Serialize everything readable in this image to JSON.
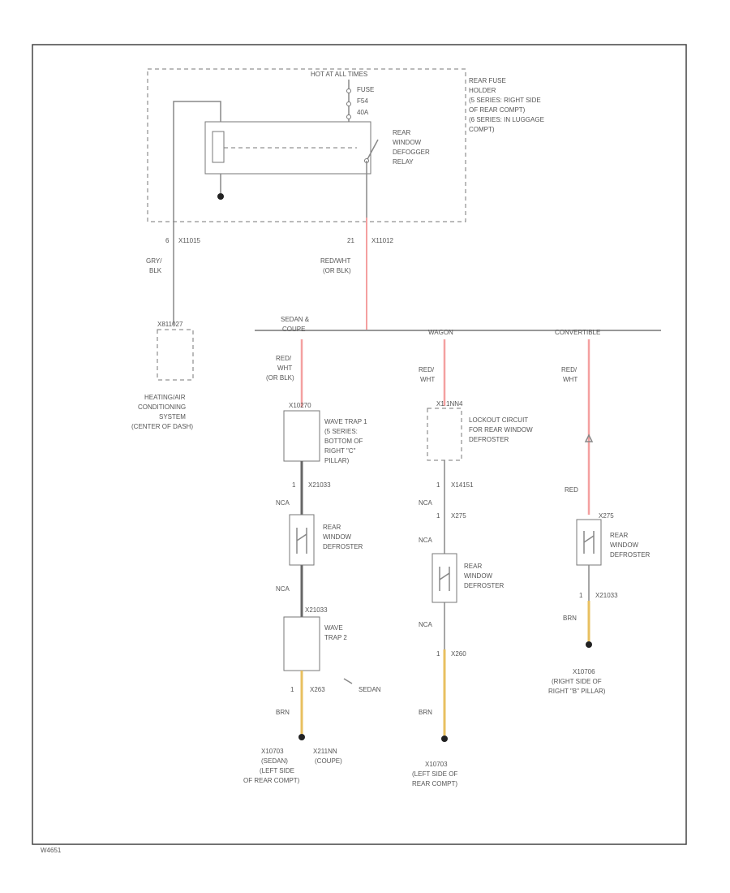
{
  "diagram": {
    "footer_code": "W4651",
    "hot_label": "HOT AT ALL TIMES",
    "fuse": [
      "FUSE",
      "F54",
      "40A"
    ],
    "rear_fuse_holder": [
      "REAR FUSE",
      "HOLDER",
      "(5 SERIES: RIGHT SIDE",
      "OF REAR COMPT)",
      "(6 SERIES: IN LUGGAGE",
      "COMPT)"
    ],
    "relay": [
      "REAR",
      "WINDOW",
      "DEFOGGER",
      "RELAY"
    ],
    "left_pin": "6",
    "left_connector": "X11015",
    "left_wire_color": [
      "GRY/",
      "BLK"
    ],
    "right_pin": "21",
    "right_connector": "X11012",
    "right_wire_color": [
      "RED/WHT",
      "(OR BLK)"
    ],
    "hvac_connector": "X811027",
    "hvac": [
      "HEATING/AIR",
      "CONDITIONING",
      "SYSTEM",
      "(CENTER OF DASH)"
    ],
    "branches": {
      "sedan_coupe": [
        "SEDAN &",
        "COUPE"
      ],
      "wagon": "WAGON",
      "convertible": "CONVERTIBLE"
    },
    "sedan": {
      "wire1": [
        "RED/",
        "WHT",
        "(OR BLK)"
      ],
      "trap1_connector": "X10270",
      "trap1": [
        "WAVE TRAP 1",
        "(5 SERIES:",
        "BOTTOM OF",
        "RIGHT \"C\"",
        "PILLAR)"
      ],
      "trap1_out": [
        "1",
        "X21033"
      ],
      "nca1": "NCA",
      "defroster": [
        "REAR",
        "WINDOW",
        "DEFROSTER"
      ],
      "nca2": "NCA",
      "trap2_connector": "X21033",
      "trap2": [
        "WAVE",
        "TRAP 2"
      ],
      "trap2_out": [
        "1",
        "X263"
      ],
      "sedan_arrow": "SEDAN",
      "ground_wire": "BRN",
      "ground_sedan": [
        "X10703",
        "(SEDAN)",
        "(LEFT SIDE",
        "OF REAR COMPT)"
      ],
      "ground_coupe": [
        "X211NN",
        "(COUPE)"
      ]
    },
    "wagon": {
      "wire": [
        "RED/",
        "WHT"
      ],
      "lockout_connector": "X1 1NN4",
      "lockout": [
        "LOCKOUT CIRCUIT",
        "FOR REAR WINDOW",
        "DEFROSTER"
      ],
      "lockout_out": [
        "1",
        "X14151"
      ],
      "nca1": "NCA",
      "def_connector": [
        "1",
        "X275"
      ],
      "nca2": "NCA",
      "defroster": [
        "REAR",
        "WINDOW",
        "DEFROSTER"
      ],
      "nca3": "NCA",
      "def_out": [
        "1",
        "X260"
      ],
      "ground_wire": "BRN",
      "ground": [
        "X10703",
        "(LEFT SIDE OF",
        "REAR COMPT)"
      ]
    },
    "convertible": {
      "wire": [
        "RED/",
        "WHT"
      ],
      "wire2": "RED",
      "def_connector": "X275",
      "defroster": [
        "REAR",
        "WINDOW",
        "DEFROSTER"
      ],
      "def_out": [
        "1",
        "X21033"
      ],
      "ground_wire": "BRN",
      "ground": [
        "X10706",
        "(RIGHT SIDE OF",
        "RIGHT \"B\" PILLAR)"
      ]
    }
  },
  "colors": {
    "wire_red": "#f4a0a0",
    "wire_brown": "#e8c060",
    "wire_gray": "#888888"
  }
}
